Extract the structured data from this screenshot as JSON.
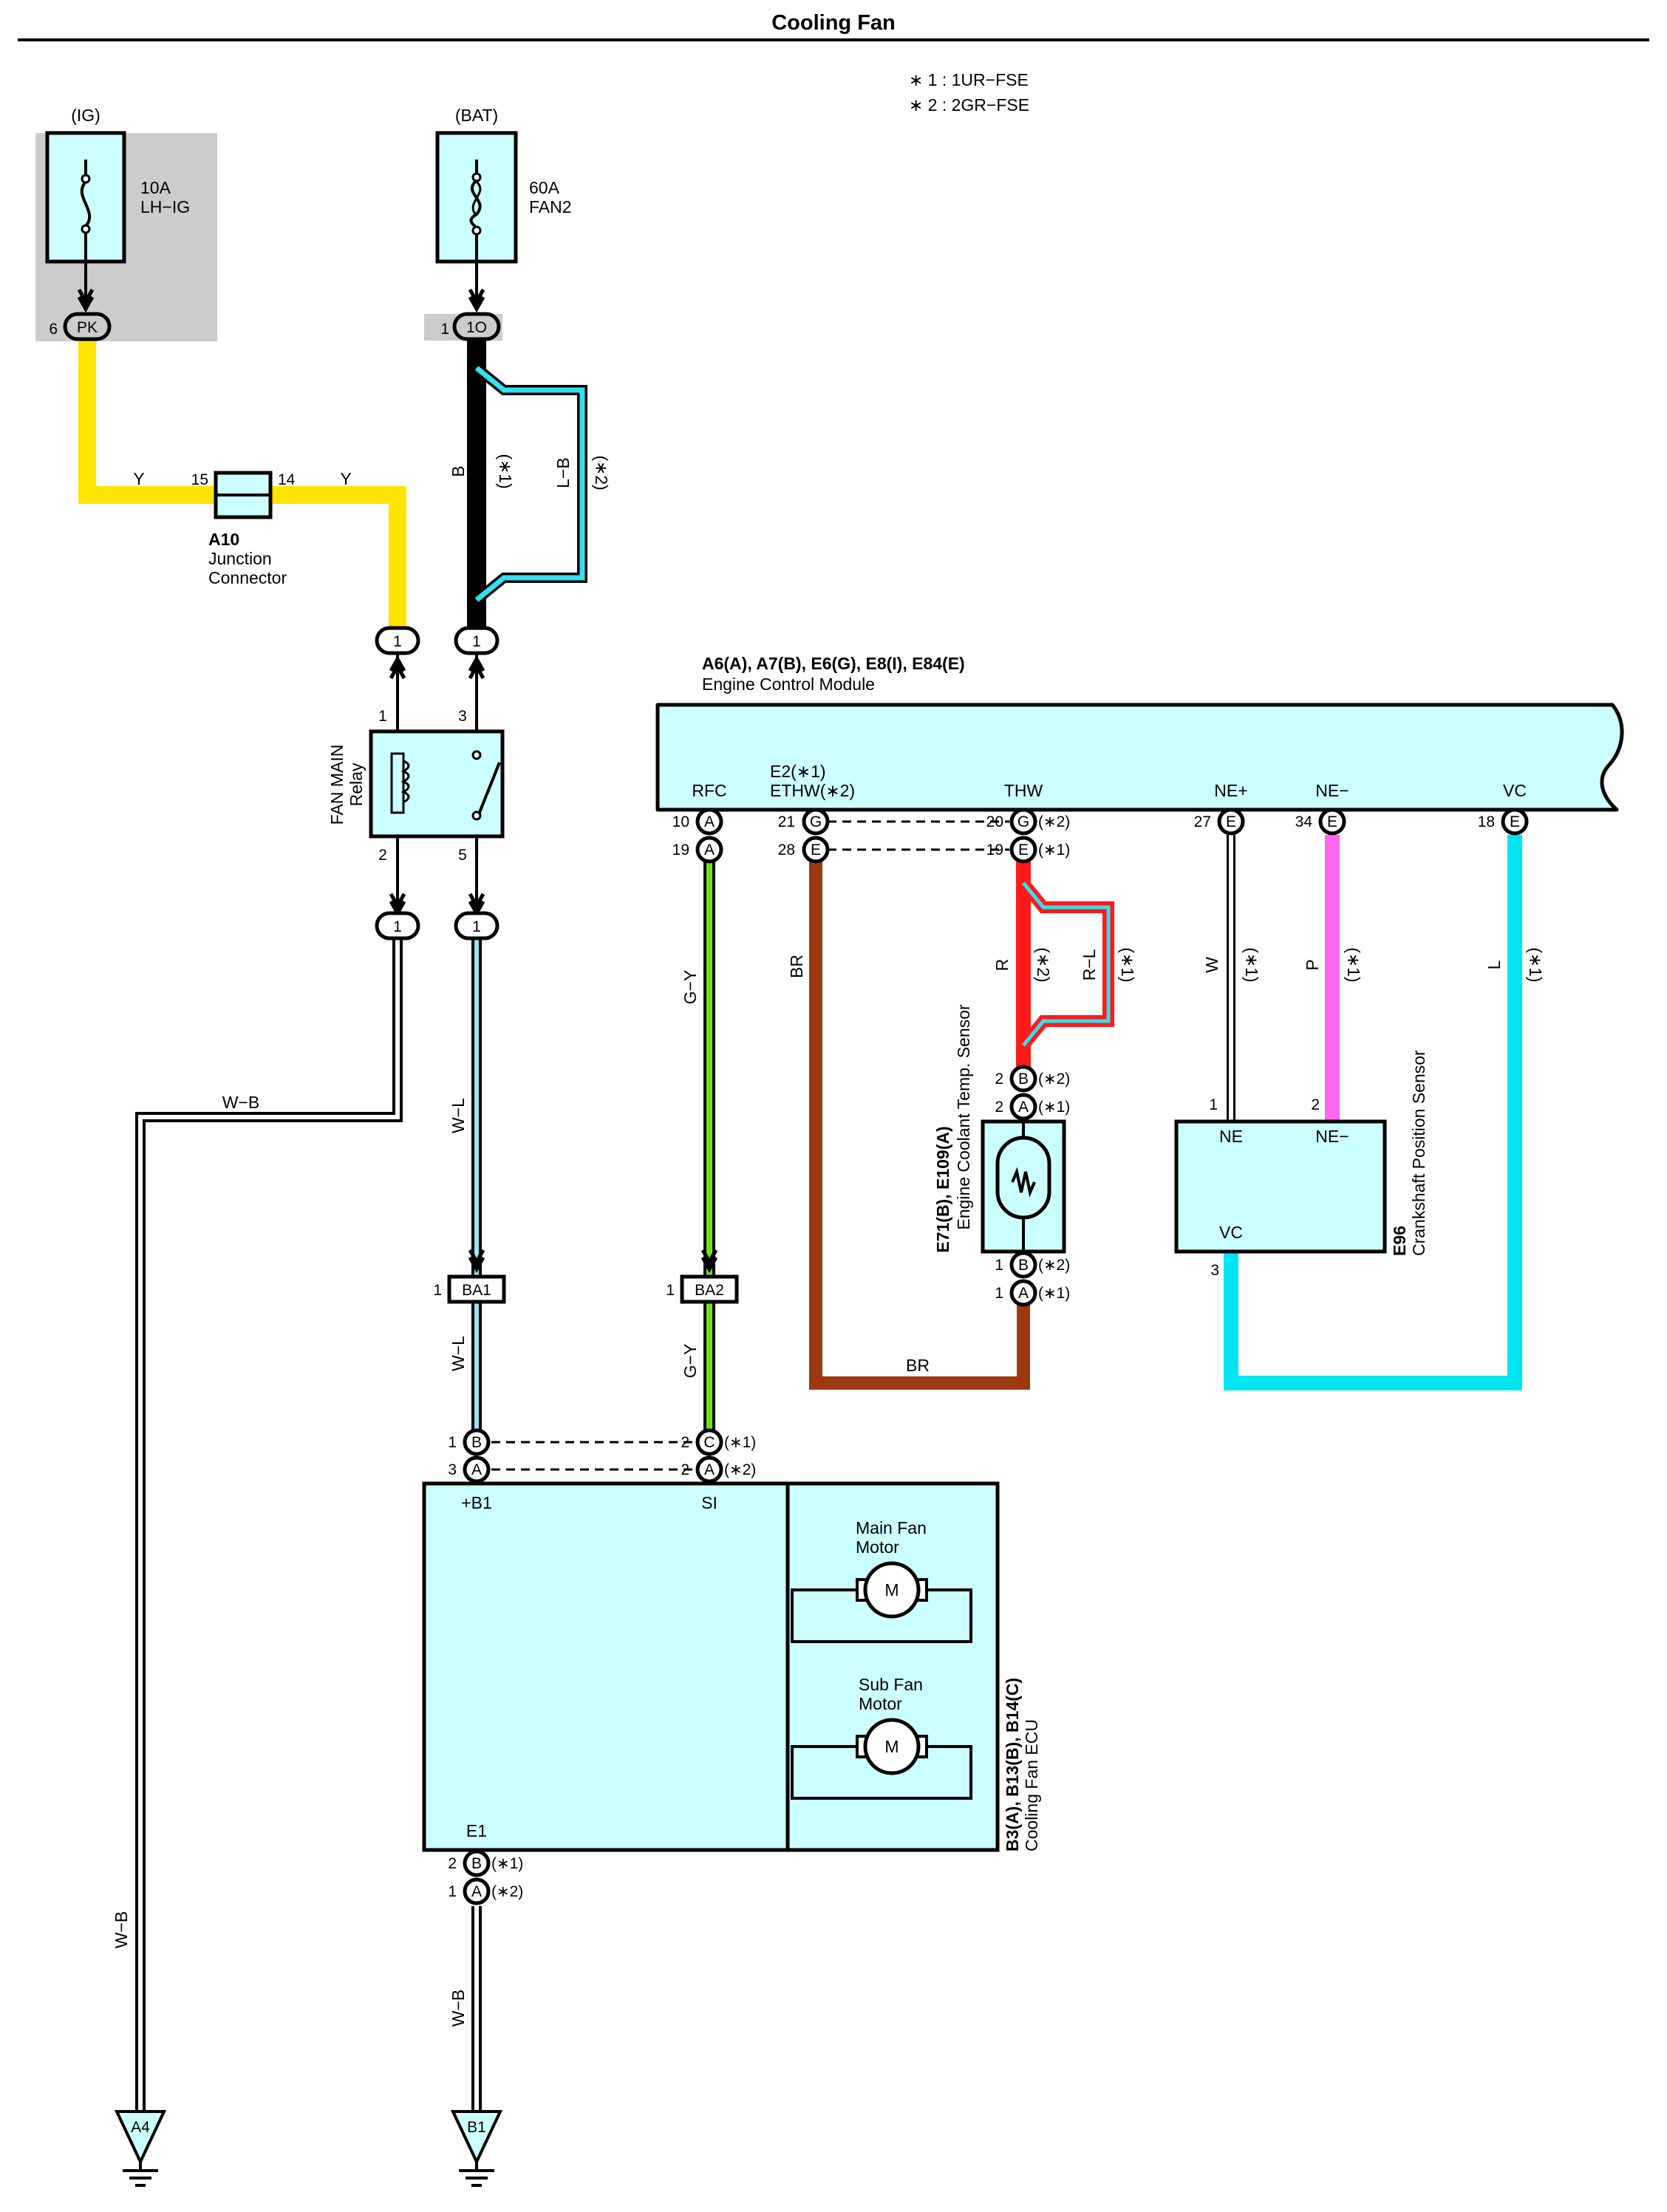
{
  "title": "Cooling Fan",
  "notes": [
    "∗ 1 : 1UR−FSE",
    "∗ 2 : 2GR−FSE"
  ],
  "colors": {
    "Y": "#ffe400",
    "B": "#000000",
    "LB": "#33e0ee",
    "WL": "#9be3ee",
    "GY": "#6de31a",
    "BR": "#9b3a10",
    "R": "#ff1a1a",
    "RL": "#ff1a1a",
    "W": "#ffffff",
    "P": "#ff66ee",
    "L": "#00e5f0",
    "WB": "#ffffff",
    "component_fill": "#ccffff",
    "fuse_block": "#cccccc"
  },
  "fuses": {
    "ig": {
      "source": "(IG)",
      "rating": "10A",
      "name": "LH−IG",
      "pin": "6",
      "connector": "PK"
    },
    "bat": {
      "source": "(BAT)",
      "rating": "60A",
      "name": "FAN2",
      "pin": "1",
      "connector": "1O"
    }
  },
  "junction": {
    "id": "A10",
    "name1": "Junction",
    "name2": "Connector",
    "pin_left": "15",
    "pin_right": "14"
  },
  "relay": {
    "name1": "FAN MAIN",
    "name2": "Relay",
    "pin1": "1",
    "pin2": "2",
    "pin3": "3",
    "pin5": "5",
    "plug": "1"
  },
  "ecm": {
    "codes": "A6(A), A7(B), E6(G), E8(I), E84(E)",
    "name": "Engine Control Module",
    "terminals": {
      "rfc": "RFC",
      "e2_1": "E2(∗1)",
      "ethw_2": "ETHW(∗2)",
      "thw": "THW",
      "ne_plus": "NE+",
      "ne_minus": "NE−",
      "vc": "VC"
    },
    "pins": {
      "rfc_a": {
        "num": "10",
        "code": "A"
      },
      "rfc_b": {
        "num": "19",
        "code": "A"
      },
      "e2_a": {
        "num": "21",
        "code": "G"
      },
      "e2_b": {
        "num": "28",
        "code": "E"
      },
      "thw_a": {
        "num": "20",
        "code": "G",
        "note": "(∗2)"
      },
      "thw_b": {
        "num": "19",
        "code": "E",
        "note": "(∗1)"
      },
      "ne_plus": {
        "num": "27",
        "code": "E"
      },
      "ne_minus": {
        "num": "34",
        "code": "E"
      },
      "vc": {
        "num": "18",
        "code": "E"
      }
    }
  },
  "wires": {
    "y": "Y",
    "b": "B",
    "lb": "L−B",
    "wb": "W−B",
    "wl": "W−L",
    "gy": "G−Y",
    "br": "BR",
    "r": "R",
    "rl": "R−L",
    "w": "W",
    "p": "P",
    "l": "L",
    "n1": "(∗1)",
    "n2": "(∗2)"
  },
  "coolant_sensor": {
    "codes": "E71(B), E109(A)",
    "name": "Engine Coolant Temp.  Sensor",
    "top_b": {
      "num": "2",
      "code": "B",
      "note": "(∗2)"
    },
    "top_a": {
      "num": "2",
      "code": "A",
      "note": "(∗1)"
    },
    "bot_b": {
      "num": "1",
      "code": "B",
      "note": "(∗2)"
    },
    "bot_a": {
      "num": "1",
      "code": "A",
      "note": "(∗1)"
    }
  },
  "crank_sensor": {
    "code": "E96",
    "name": "Crankshaft Position Sensor",
    "ne": "NE",
    "ne_minus": "NE−",
    "vc": "VC",
    "pin1": "1",
    "pin2": "2",
    "pin3": "3"
  },
  "ba_connectors": {
    "ba1": "BA1",
    "ba2": "BA2",
    "pin": "1"
  },
  "fan_ecu": {
    "codes": "B3(A), B13(B), B14(C)",
    "name": "Cooling Fan ECU",
    "b1": "+B1",
    "si": "SI",
    "e1": "E1",
    "main_motor1": "Main Fan",
    "main_motor2": "Motor",
    "sub_motor1": "Sub Fan",
    "sub_motor2": "Motor",
    "motor": "M",
    "in_b": {
      "num": "1",
      "code": "B"
    },
    "in_a": {
      "num": "3",
      "code": "A"
    },
    "si_c": {
      "num": "2",
      "code": "C",
      "note": "(∗1)"
    },
    "si_a": {
      "num": "2",
      "code": "A",
      "note": "(∗2)"
    },
    "e1_b": {
      "num": "2",
      "code": "B",
      "note": "(∗1)"
    },
    "e1_a": {
      "num": "1",
      "code": "A",
      "note": "(∗2)"
    }
  },
  "grounds": {
    "a4": "A4",
    "b1": "B1"
  }
}
